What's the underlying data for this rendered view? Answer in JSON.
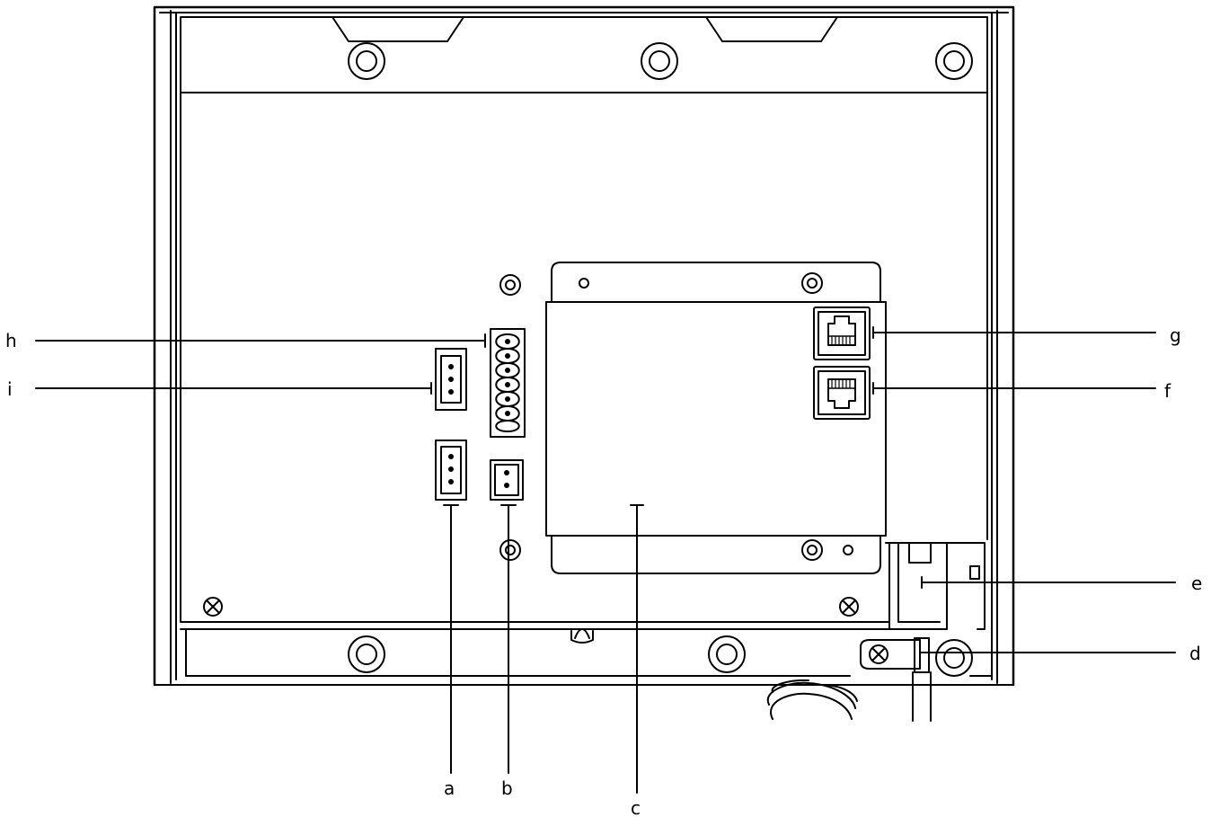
{
  "diagram": {
    "line_color": "#000000",
    "background": "#ffffff",
    "labels": {
      "a": "a",
      "b": "b",
      "c": "c",
      "d": "d",
      "e": "e",
      "f": "f",
      "g": "g",
      "h": "h",
      "i": "i"
    }
  }
}
